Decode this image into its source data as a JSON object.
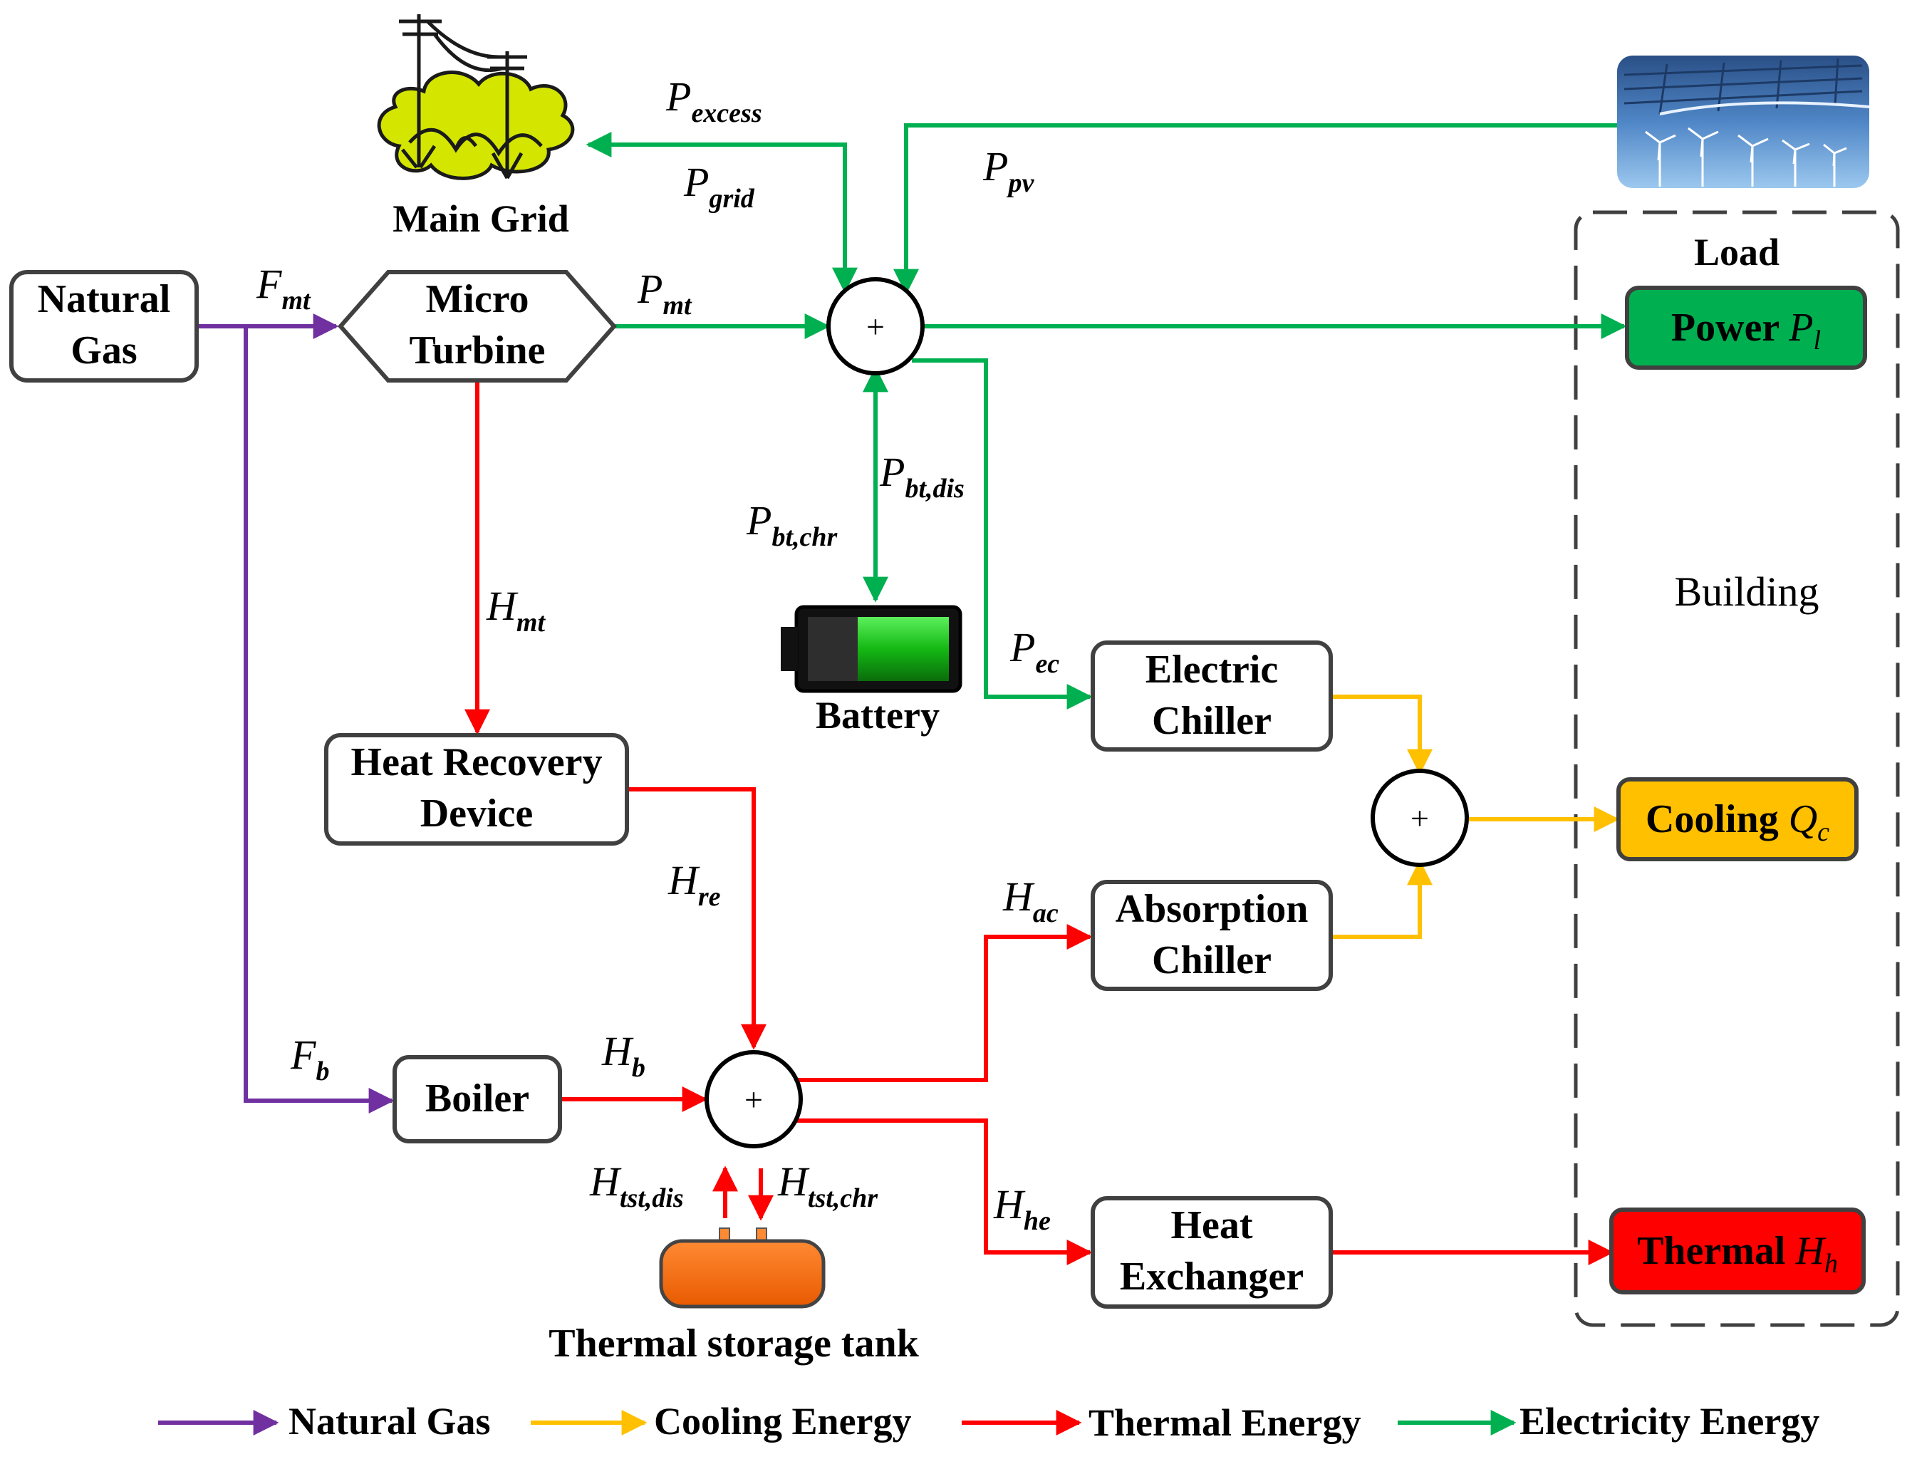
{
  "nodes": {
    "natural_gas": [
      "Natural",
      "Gas"
    ],
    "micro_turbine": [
      "Micro",
      "Turbine"
    ],
    "main_grid": "Main Grid",
    "heat_recovery": [
      "Heat Recovery",
      "Device"
    ],
    "boiler": "Boiler",
    "battery": "Battery",
    "electric_chiller": [
      "Electric",
      "Chiller"
    ],
    "absorption_chiller": [
      "Absorption",
      "Chiller"
    ],
    "heat_exchanger": [
      "Heat",
      "Exchanger"
    ],
    "thermal_storage": "Thermal storage tank",
    "junction_symbol": "+"
  },
  "load": {
    "title": "Load",
    "building": "Building",
    "power": {
      "text": "Power",
      "sym": "P",
      "sub": "l"
    },
    "cooling": {
      "text": "Cooling",
      "sym": "Q",
      "sub": "c"
    },
    "thermal": {
      "text": "Thermal",
      "sym": "H",
      "sub": "h"
    }
  },
  "flows": {
    "p_excess": {
      "sym": "P",
      "sub": "excess"
    },
    "p_grid": {
      "sym": "P",
      "sub": "grid"
    },
    "p_pv": {
      "sym": "P",
      "sub": "pv"
    },
    "f_mt": {
      "sym": "F",
      "sub": "mt"
    },
    "p_mt": {
      "sym": "P",
      "sub": "mt"
    },
    "p_bt_dis": {
      "sym": "P",
      "sub": "bt,dis"
    },
    "p_bt_chr": {
      "sym": "P",
      "sub": "bt,chr"
    },
    "h_mt": {
      "sym": "H",
      "sub": "mt"
    },
    "p_ec": {
      "sym": "P",
      "sub": "ec"
    },
    "h_re": {
      "sym": "H",
      "sub": "re"
    },
    "h_ac": {
      "sym": "H",
      "sub": "ac"
    },
    "f_b": {
      "sym": "F",
      "sub": "b"
    },
    "h_b": {
      "sym": "H",
      "sub": "b"
    },
    "h_tst_dis": {
      "sym": "H",
      "sub": "tst,dis"
    },
    "h_tst_chr": {
      "sym": "H",
      "sub": "tst,chr"
    },
    "h_he": {
      "sym": "H",
      "sub": "he"
    }
  },
  "legend": [
    {
      "label": "Natural Gas",
      "color": "#7030a0"
    },
    {
      "label": "Cooling Energy",
      "color": "#ffc000"
    },
    {
      "label": "Thermal Energy",
      "color": "#ff0000"
    },
    {
      "label": "Electricity Energy",
      "color": "#00b050"
    }
  ],
  "colors": {
    "gas": "#7030a0",
    "cooling": "#ffc000",
    "thermal": "#ff0000",
    "electric": "#00b050",
    "power_load_fill": "#00b050",
    "cooling_load_fill": "#ffc000",
    "thermal_load_fill": "#ff0000",
    "grid_blob": "#d4e600",
    "tank_fill": "#ff6600"
  }
}
